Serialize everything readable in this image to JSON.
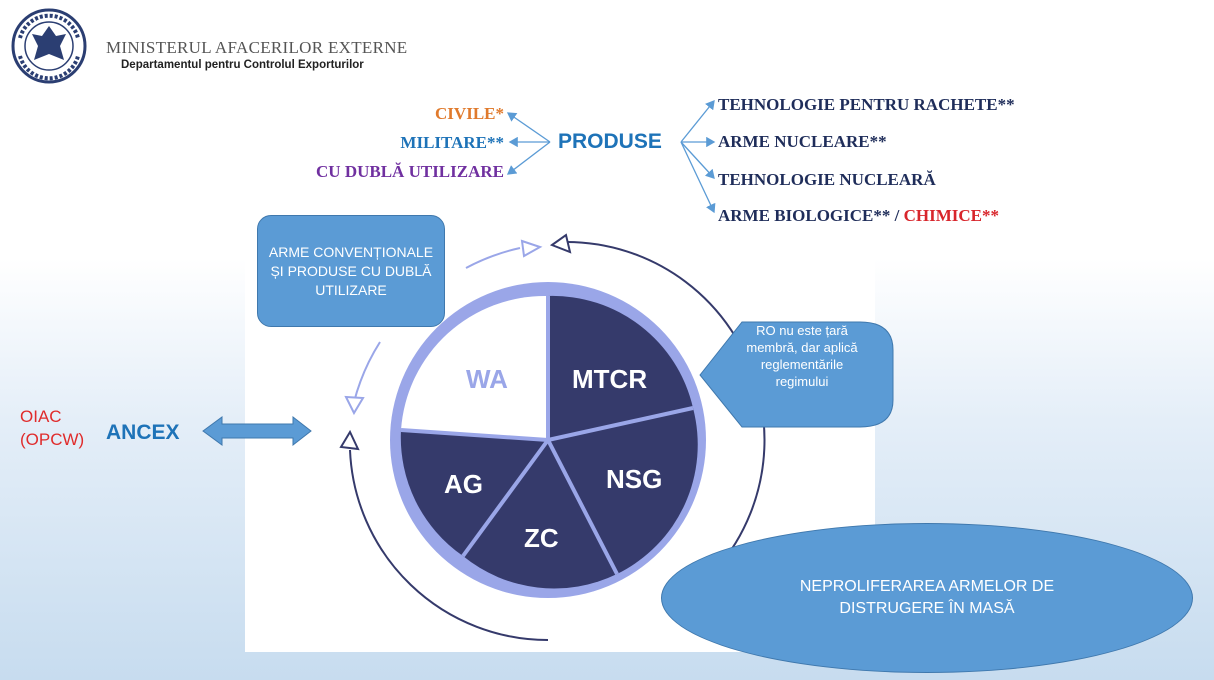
{
  "header": {
    "ministry": "MINISTERUL AFACERILOR EXTERNE",
    "department": "Departamentul pentru Controlul Exporturilor",
    "seal_text_top": "GUVERNUL",
    "seal_text_bottom": "ROMÂNIEI"
  },
  "products": {
    "center": "PRODUSE",
    "left": [
      {
        "label": "CIVILE",
        "mark": "*",
        "color": "#e07a2c"
      },
      {
        "label": "MILITARE**",
        "color": "#1e73b8"
      },
      {
        "label": "CU DUBLĂ UTILIZARE",
        "color": "#7030a0"
      }
    ],
    "right": [
      {
        "label": "TEHNOLOGIE PENTRU RACHETE**"
      },
      {
        "label": "ARME NUCLEARE**"
      },
      {
        "label": "TEHNOLOGIE NUCLEARĂ"
      },
      {
        "label": "ARME BIOLOGICE** / ",
        "extra": "CHIMICE**",
        "extra_color": "#d8252b"
      }
    ]
  },
  "regimes": {
    "wa": "WA",
    "mtcr": "MTCR",
    "nsg": "NSG",
    "ag": "AG",
    "zc": "ZC"
  },
  "callouts": {
    "conventional": "ARME CONVENȚIONALE ȘI PRODUSE CU DUBLĂ UTILIZARE",
    "ro_note": "RO nu este țară membră, dar aplică reglementările regimului"
  },
  "left_side": {
    "oiac": "OIAC",
    "opcw": "(OPCW)",
    "ancex": "ANCEX"
  },
  "goal": "NEPROLIFERAREA ARMELOR DE DISTRUGERE ÎN MASĂ",
  "colors": {
    "accent_blue": "#1e73b8",
    "navy": "#353a6b",
    "ring": "#9aa6e8",
    "callout": "#5b9bd5"
  }
}
